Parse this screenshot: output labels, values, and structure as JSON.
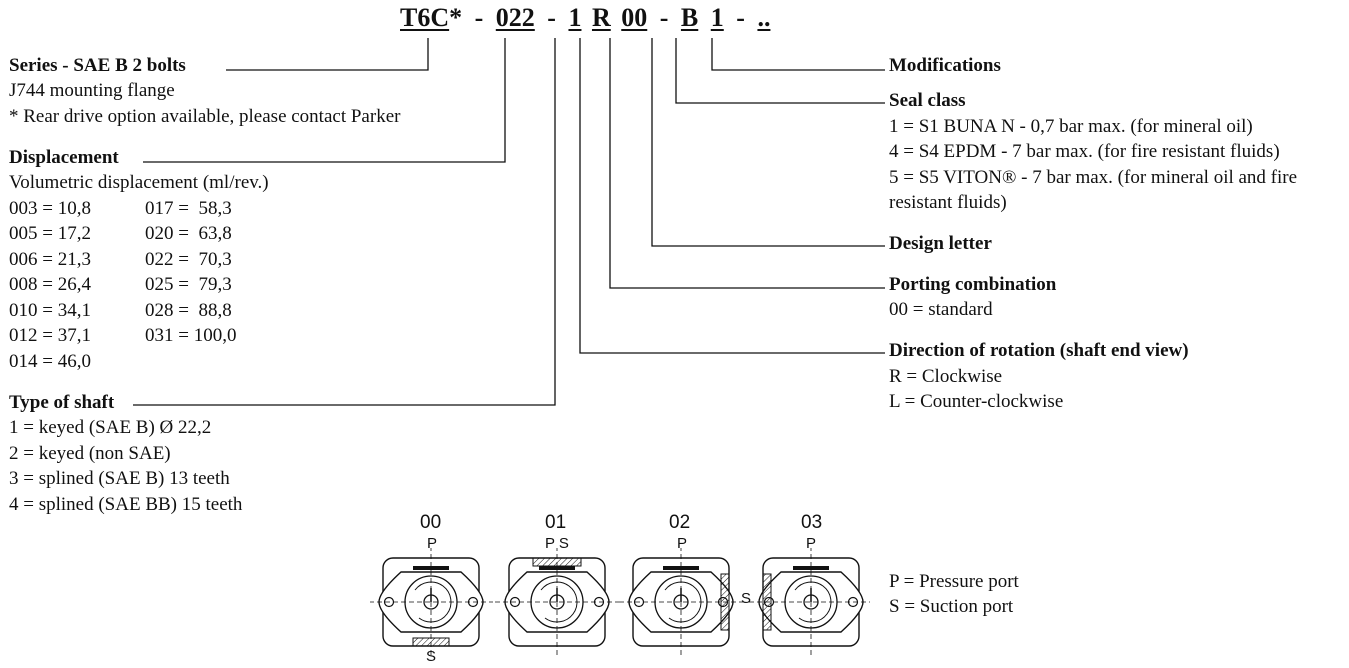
{
  "code": {
    "series": "T6C",
    "star": "*",
    "dash1": "-",
    "displacement": "022",
    "dash2": "-",
    "shaft": "1",
    "rotation": "R",
    "porting": "00",
    "dash3": "-",
    "design": "B",
    "seal": "1",
    "dash4": "-",
    "mods": ".."
  },
  "series": {
    "title": "Series - SAE B 2 bolts",
    "line1": "J744 mounting flange",
    "line2": "* Rear drive option available, please contact Parker"
  },
  "displacement": {
    "title": "Displacement",
    "subtitle": "Volumetric displacement (ml/rev.)",
    "col1": [
      "003 = 10,8",
      "005 = 17,2",
      "006 = 21,3",
      "008 = 26,4",
      "010 = 34,1",
      "012 = 37,1",
      "014 = 46,0"
    ],
    "col2": [
      "017 =  58,3",
      "020 =  63,8",
      "022 =  70,3",
      "025 =  79,3",
      "028 =  88,8",
      "031 = 100,0"
    ]
  },
  "shaft": {
    "title": "Type of shaft",
    "items": [
      "1 = keyed (SAE B) Ø 22,2",
      "2 = keyed (non SAE)",
      "3 = splined (SAE B) 13 teeth",
      "4 = splined (SAE BB) 15 teeth"
    ]
  },
  "modifications": {
    "title": "Modifications"
  },
  "seal": {
    "title": "Seal class",
    "items": [
      "1 = S1 BUNA N - 0,7 bar max. (for mineral oil)",
      "4 = S4 EPDM - 7 bar max. (for fire resistant fluids)",
      "5 = S5 VITON® - 7 bar max. (for mineral oil and fire",
      "resistant fluids)"
    ]
  },
  "design": {
    "title": "Design letter"
  },
  "porting": {
    "title": "Porting combination",
    "items": [
      "00 = standard"
    ]
  },
  "rotation": {
    "title": "Direction of rotation (shaft end view)",
    "items": [
      "R = Clockwise",
      "L = Counter-clockwise"
    ]
  },
  "ports": {
    "legend": [
      "P = Pressure port",
      "S = Suction port"
    ],
    "diagrams": [
      {
        "label": "00",
        "top": "P",
        "bottom": "S",
        "side": ""
      },
      {
        "label": "01",
        "top": "P S",
        "bottom": "",
        "side": ""
      },
      {
        "label": "02",
        "top": "P",
        "bottom": "",
        "side": "S"
      },
      {
        "label": "03",
        "top": "P",
        "bottom": "",
        "side": ""
      }
    ]
  }
}
